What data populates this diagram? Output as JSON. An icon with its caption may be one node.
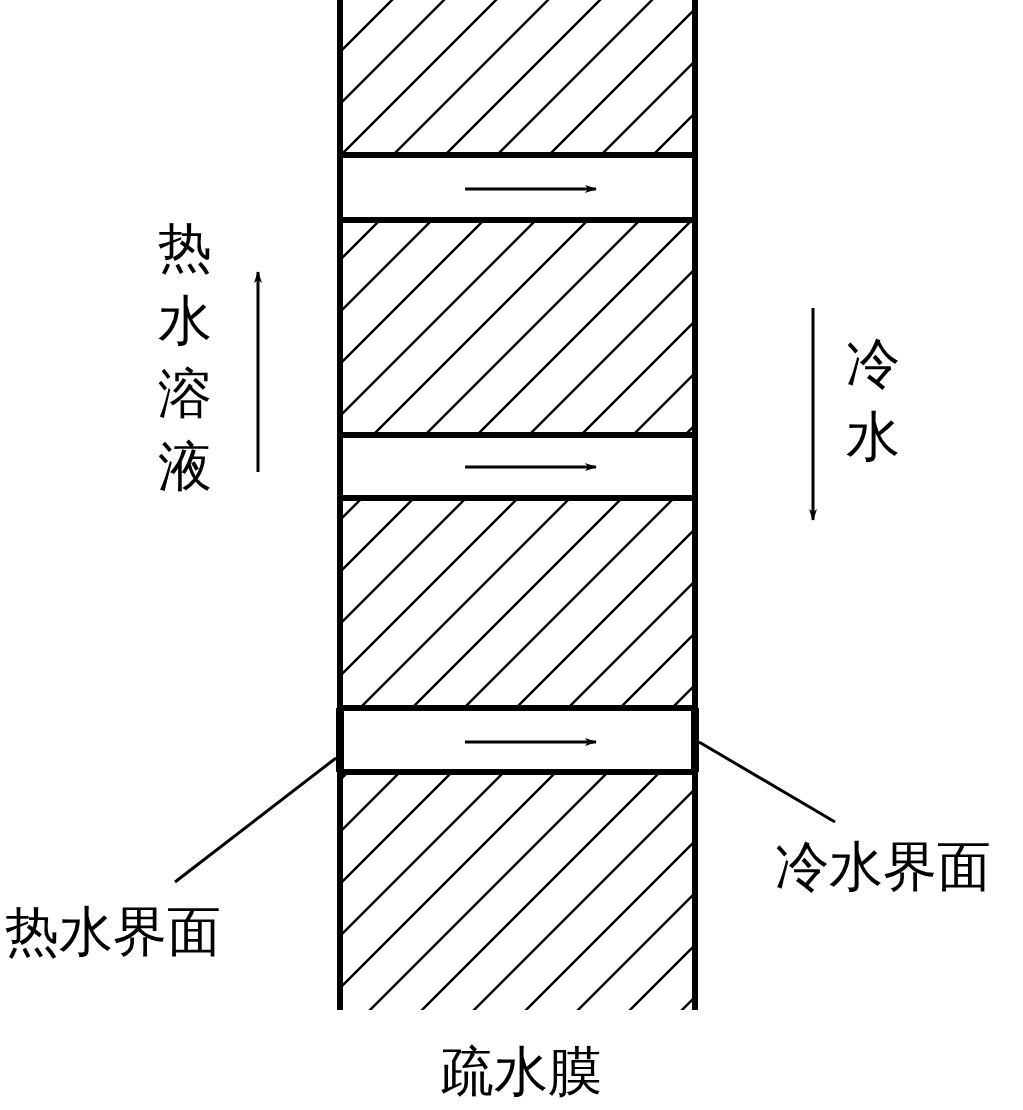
{
  "diagram": {
    "nodes": [
      {
        "text": [
          "热水界面"
        ]
      },
      {
        "text": [],
        "shape": "bar"
      },
      {
        "text": [
          "冷水界面"
        ]
      },
      {
        "text": [],
        "shape": "bar"
      }
    ],
    "edges": [
      {
        "from": 0,
        "to": 1,
        "arrow": "none"
      },
      {
        "from": 2,
        "to": 3,
        "arrow": "none"
      }
    ],
    "labels": [
      "热水溶液",
      "冷水",
      "疏水膜"
    ]
  }
}
